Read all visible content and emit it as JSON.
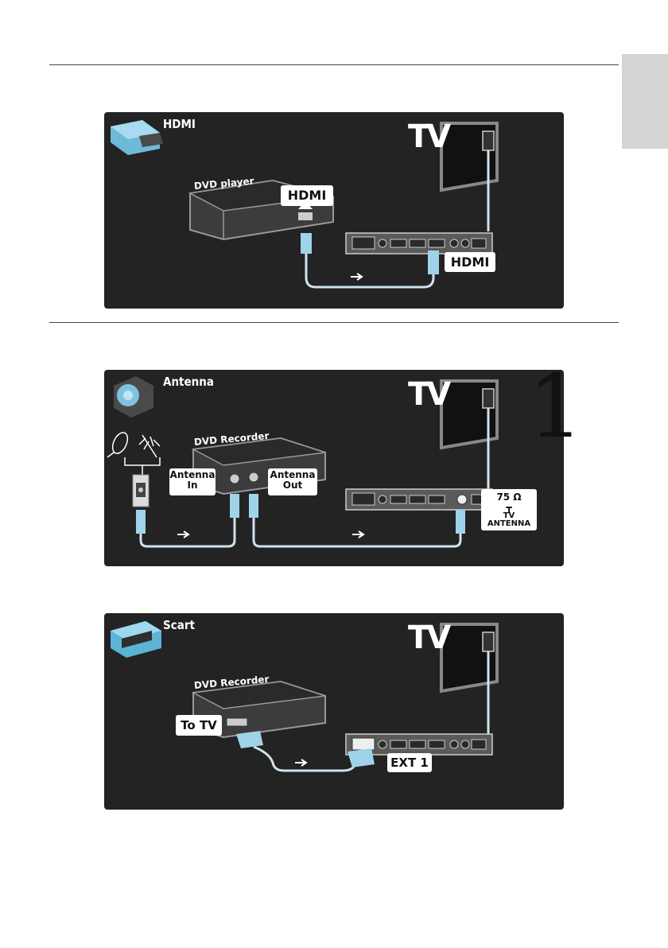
{
  "panels": {
    "hdmi": {
      "title": "HDMI",
      "tv": "TV",
      "device": "DVD player",
      "port_label": "HDMI",
      "tv_port_label": "HDMI"
    },
    "antenna": {
      "title": "Antenna",
      "tv": "TV",
      "device": "DVD Recorder",
      "antenna_in_line1": "Antenna",
      "antenna_in_line2": "In",
      "antenna_out_line1": "Antenna",
      "antenna_out_line2": "Out",
      "tv_port_line1": "75 Ω",
      "tv_port_line2": "TV ANTENNA"
    },
    "scart": {
      "title": "Scart",
      "tv": "TV",
      "device": "DVD Recorder",
      "port_label": "To TV",
      "tv_port_label": "EXT 1"
    }
  },
  "page_marker": "1",
  "colors": {
    "panel_bg": "#232323",
    "cable": "#cfe3ee",
    "connector": "#9fd3ea"
  }
}
